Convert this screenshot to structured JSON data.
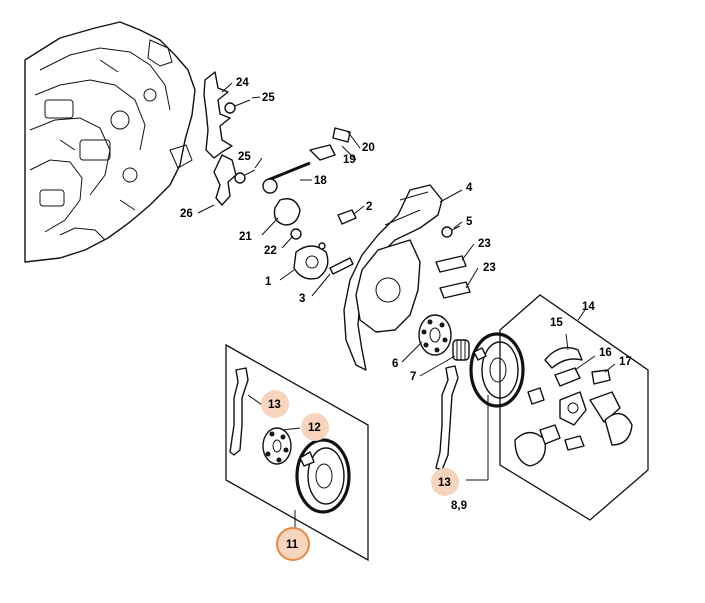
{
  "colors": {
    "highlight_fill": "#f6d4bd",
    "highlight_ring": "#e48a45",
    "line": "#111111"
  },
  "labels": {
    "p1": "1",
    "p2": "2",
    "p3": "3",
    "p4": "4",
    "p5": "5",
    "p6": "6",
    "p7": "7",
    "p8_9": "8,9",
    "p11": "11",
    "p12": "12",
    "p13a": "13",
    "p13b": "13",
    "p14": "14",
    "p15": "15",
    "p16": "16",
    "p17": "17",
    "p18": "18",
    "p19": "19",
    "p20": "20",
    "p21": "21",
    "p22": "22",
    "p23a": "23",
    "p23b": "23",
    "p24": "24",
    "p25a": "25",
    "p25b": "25",
    "p26": "26"
  },
  "highlighted_parts": [
    "11",
    "12",
    "13"
  ]
}
